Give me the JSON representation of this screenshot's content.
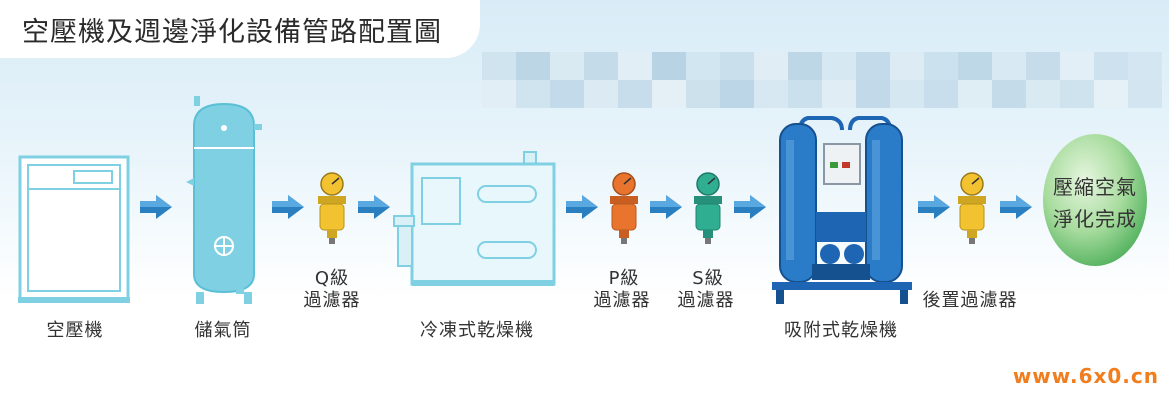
{
  "title": "空壓機及週邊淨化設備管路配置圖",
  "labels": {
    "compressor": "空壓機",
    "tank": "儲氣筒",
    "q_filter_line1": "Q級",
    "q_filter_line2": "過濾器",
    "refrigerated_dryer": "冷凍式乾燥機",
    "p_filter_line1": "P級",
    "p_filter_line2": "過濾器",
    "s_filter_line1": "S級",
    "s_filter_line2": "過濾器",
    "adsorption_dryer": "吸附式乾燥機",
    "after_filter": "後置過濾器",
    "final_line1": "壓縮空氣",
    "final_line2": "淨化完成"
  },
  "watermark": "www.6x0.cn",
  "colors": {
    "equipment_outline": "#7fd0e2",
    "arrow": "#2a7fc0",
    "filter_q": "#f2c230",
    "filter_p": "#e8742e",
    "filter_s": "#2fae92",
    "dryer_blue": "#1e66b4",
    "final_green": "#6cc276",
    "watermark": "#f07d1e"
  }
}
